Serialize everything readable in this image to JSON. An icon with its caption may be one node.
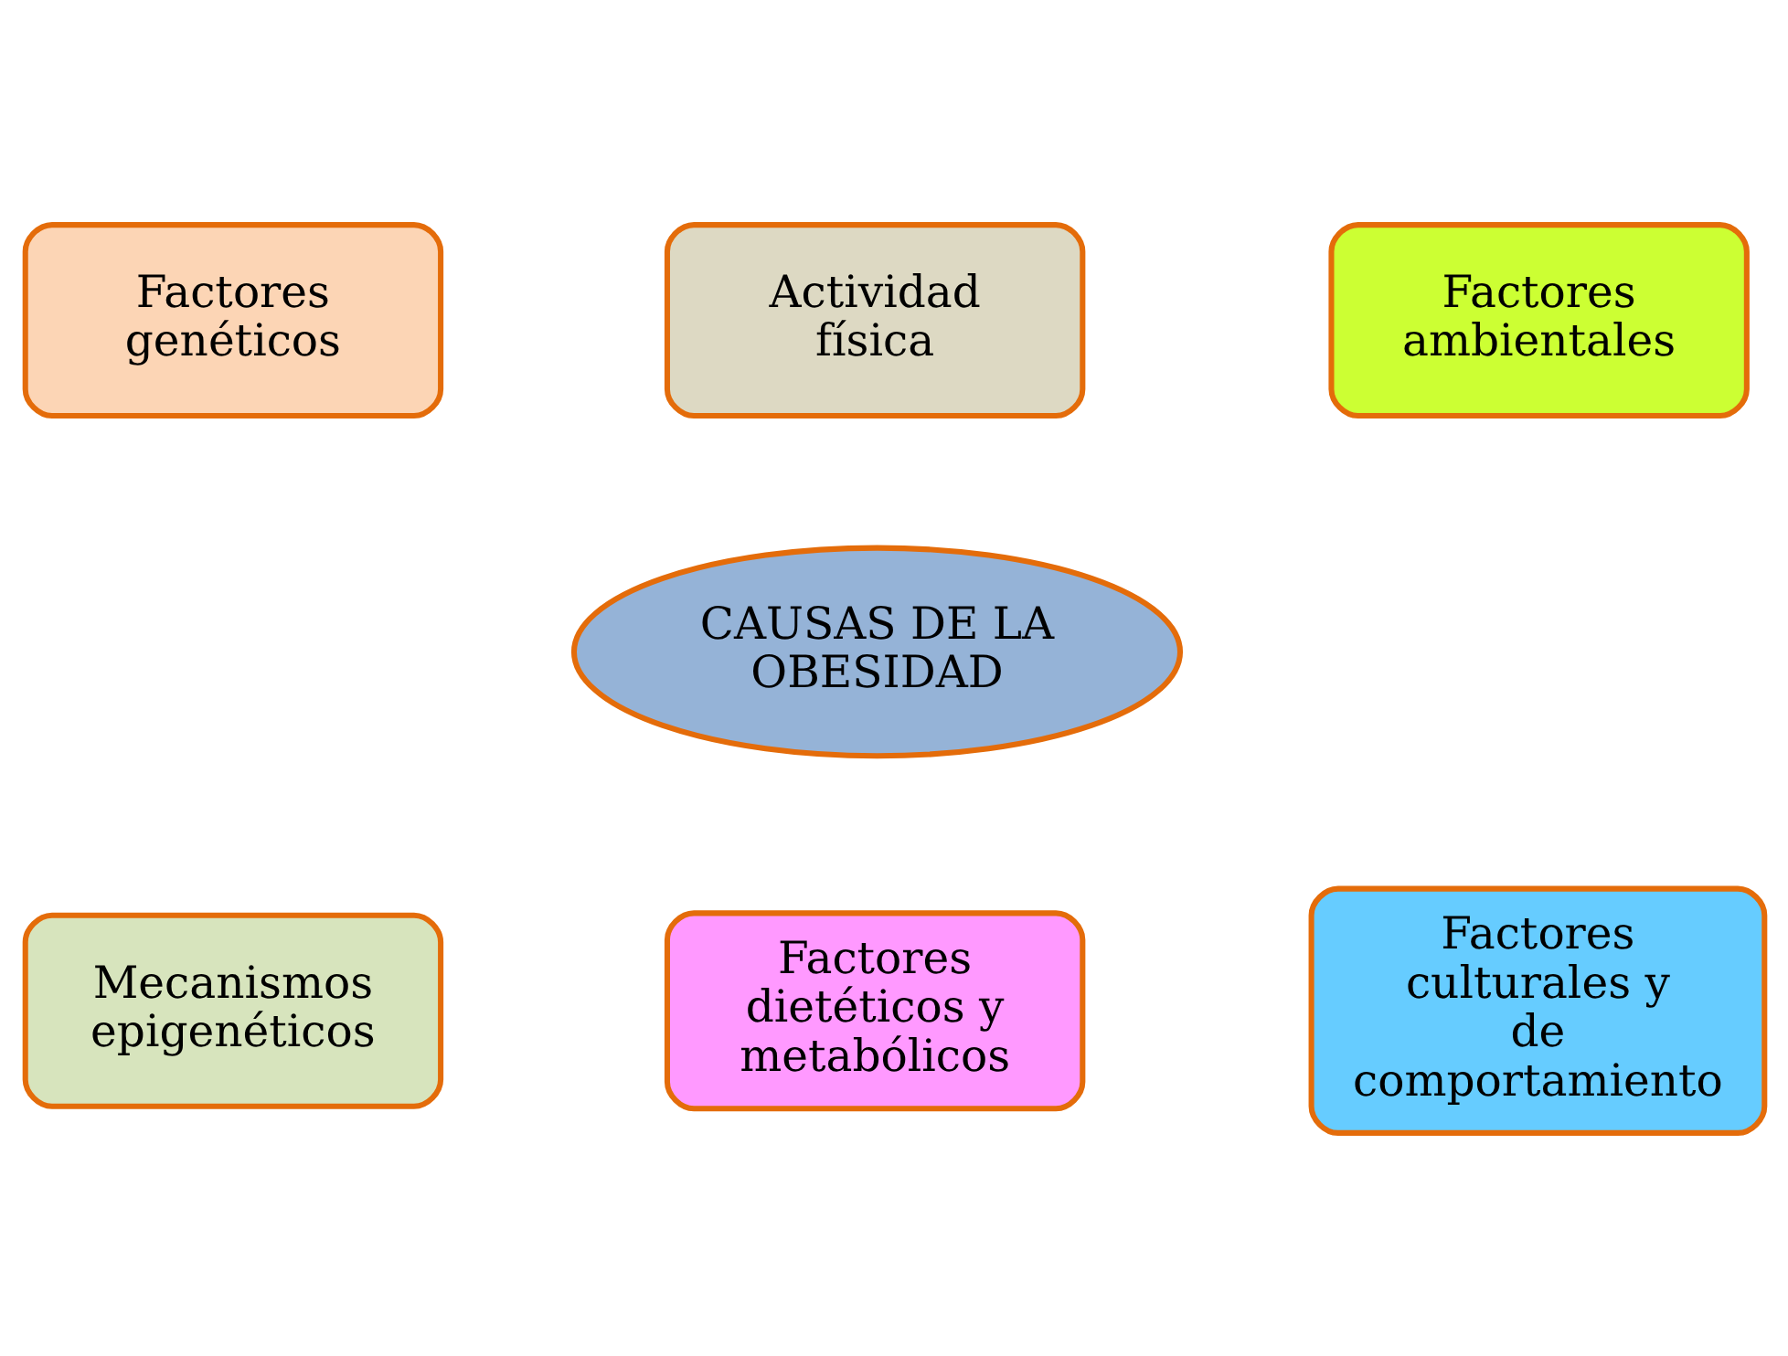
{
  "diagram": {
    "nodes": [
      {
        "text": [
          "Factores genéticos"
        ]
      },
      {
        "text": [
          "Mecanismos epigenéticos"
        ]
      },
      {
        "text": [
          "Actividad física"
        ]
      },
      {
        "text": [
          "CAUSAS DE LA OBESIDAD"
        ]
      },
      {
        "text": [
          "Factores dietéticos y metabólicos"
        ]
      },
      {
        "text": [
          "Factores ambientales"
        ]
      },
      {
        "text": [
          "Factores culturales y de comportamiento"
        ]
      }
    ],
    "edges": []
  }
}
